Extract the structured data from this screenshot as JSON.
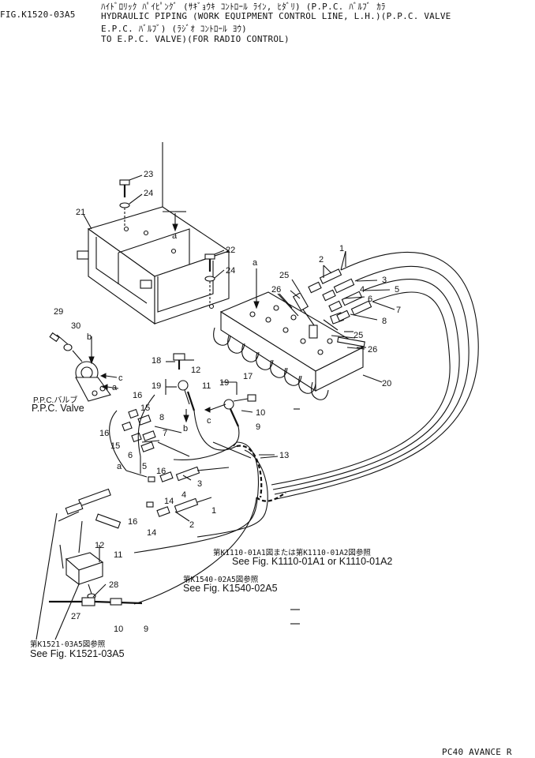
{
  "header": {
    "fig_no": "FIG.K1520-03A5",
    "line1_jp": "ﾊｲﾄﾞﾛﾘｯｸ ﾊﾟｲﾋﾟﾝｸﾞ (ｻｷﾞｮｳｷ ｺﾝﾄﾛｰﾙ ﾗｲﾝ, ﾋﾀﾞﾘ) (P.P.C. ﾊﾞﾙﾌﾞ ｶﾗ",
    "line2": "HYDRAULIC PIPING (WORK EQUIPMENT CONTROL LINE, L.H.)(P.P.C. VALVE",
    "line3_jp": "E.P.C. ﾊﾞﾙﾌﾞ) (ﾗｼﾞｵ ｺﾝﾄﾛｰﾙ ﾖｳ)",
    "line4": "TO E.P.C. VALVE)(FOR RADIO CONTROL)"
  },
  "labels": {
    "ppc_jp": "P.P.C.バルブ",
    "ppc_en": "P.P.C. Valve",
    "ref1_jp": "第K1110-01A1図または第K1110-01A2図参照",
    "ref1_en": "See Fig. K1110-01A1 or K1110-01A2",
    "ref2_jp": "第K1540-02A5図参照",
    "ref2_en": "See Fig. K1540-02A5",
    "ref3_jp": "第K1521-03A5図参照",
    "ref3_en": "See Fig. K1521-03A5",
    "footer": "PC40 AVANCE R"
  },
  "callouts": [
    {
      "id": "c23",
      "text": "23"
    },
    {
      "id": "c24a",
      "text": "24"
    },
    {
      "id": "c21",
      "text": "21"
    },
    {
      "id": "ca1",
      "text": "a"
    },
    {
      "id": "c22",
      "text": "22"
    },
    {
      "id": "c24b",
      "text": "24"
    },
    {
      "id": "ca2",
      "text": "a"
    },
    {
      "id": "c1a",
      "text": "1"
    },
    {
      "id": "c2a",
      "text": "2"
    },
    {
      "id": "c3a",
      "text": "3"
    },
    {
      "id": "c4a",
      "text": "4"
    },
    {
      "id": "c5a",
      "text": "5"
    },
    {
      "id": "c6a",
      "text": "6"
    },
    {
      "id": "c7a",
      "text": "7"
    },
    {
      "id": "c8a",
      "text": "8"
    },
    {
      "id": "c25a",
      "text": "25"
    },
    {
      "id": "c26a",
      "text": "26"
    },
    {
      "id": "c25b",
      "text": "25"
    },
    {
      "id": "c26b",
      "text": "26"
    },
    {
      "id": "c20",
      "text": "20"
    },
    {
      "id": "c29",
      "text": "29"
    },
    {
      "id": "c30",
      "text": "30"
    },
    {
      "id": "cb1",
      "text": "b"
    },
    {
      "id": "cc1",
      "text": "c"
    },
    {
      "id": "ca3",
      "text": "a"
    },
    {
      "id": "c18",
      "text": "18"
    },
    {
      "id": "c12a",
      "text": "12"
    },
    {
      "id": "c19a",
      "text": "19"
    },
    {
      "id": "c11a",
      "text": "11"
    },
    {
      "id": "c17",
      "text": "17"
    },
    {
      "id": "c19b",
      "text": "19"
    },
    {
      "id": "c10a",
      "text": "10"
    },
    {
      "id": "cc2",
      "text": "c"
    },
    {
      "id": "c9a",
      "text": "9"
    },
    {
      "id": "cb2",
      "text": "b"
    },
    {
      "id": "c16a",
      "text": "16"
    },
    {
      "id": "c15a",
      "text": "15"
    },
    {
      "id": "c8b",
      "text": "8"
    },
    {
      "id": "c16b",
      "text": "16"
    },
    {
      "id": "c7b",
      "text": "7"
    },
    {
      "id": "c15b",
      "text": "15"
    },
    {
      "id": "c6b",
      "text": "6"
    },
    {
      "id": "c5b",
      "text": "5"
    },
    {
      "id": "c13",
      "text": "13"
    },
    {
      "id": "ca4",
      "text": "a"
    },
    {
      "id": "c16c",
      "text": "16"
    },
    {
      "id": "c3b",
      "text": "3"
    },
    {
      "id": "c4b",
      "text": "4"
    },
    {
      "id": "c14a",
      "text": "14"
    },
    {
      "id": "c16d",
      "text": "16"
    },
    {
      "id": "c14b",
      "text": "14"
    },
    {
      "id": "c2b",
      "text": "2"
    },
    {
      "id": "c1b",
      "text": "1"
    },
    {
      "id": "c12b",
      "text": "12"
    },
    {
      "id": "c11b",
      "text": "11"
    },
    {
      "id": "c28",
      "text": "28"
    },
    {
      "id": "c27",
      "text": "27"
    },
    {
      "id": "c10b",
      "text": "10"
    },
    {
      "id": "c9b",
      "text": "9"
    }
  ]
}
